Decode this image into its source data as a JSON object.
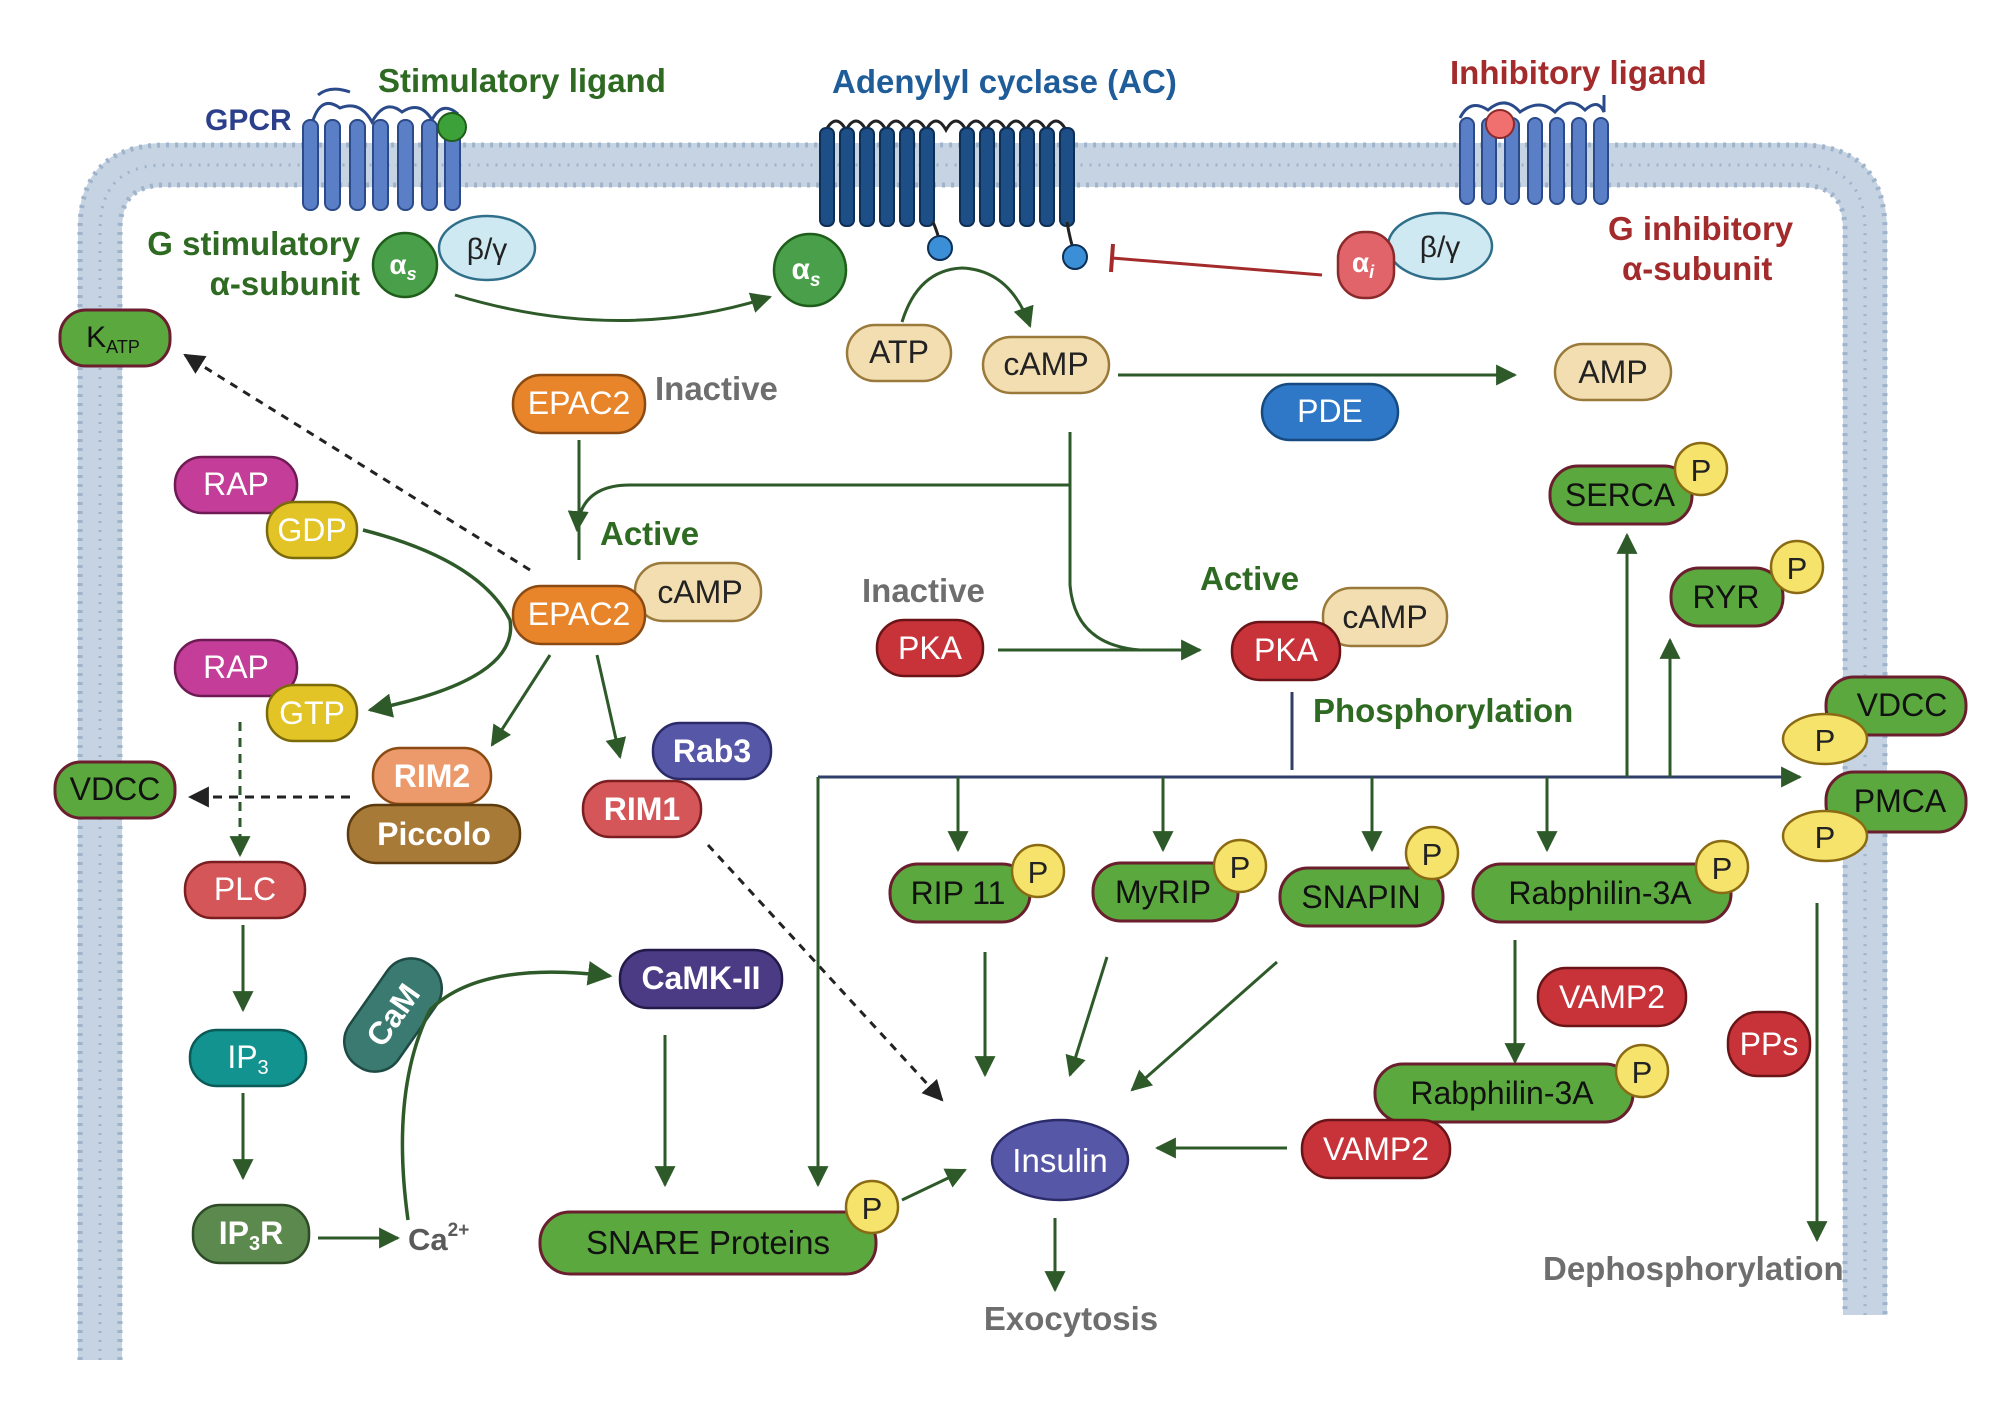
{
  "headings": {
    "gpcr": "GPCR",
    "stim_ligand": "Stimulatory ligand",
    "ac": "Adenylyl cyclase (AC)",
    "inhib_ligand": "Inhibitory ligand",
    "gs_line1": "G stimulatory",
    "gs_line2": "α-subunit",
    "gi_line1": "G inhibitory",
    "gi_line2": "α-subunit"
  },
  "subunits": {
    "alpha": "α",
    "s": "s",
    "i": "i",
    "beta_gamma": "β/γ"
  },
  "labels": {
    "inactive_epac": "Inactive",
    "active_epac": "Active",
    "inactive_pka": "Inactive",
    "active_pka": "Active",
    "phosphorylation": "Phosphorylation",
    "dephosphorylation": "Dephosphorylation",
    "exocytosis": "Exocytosis"
  },
  "molecules": {
    "katp_main": "K",
    "katp_sub": "ATP",
    "atp": "ATP",
    "camp": "cAMP",
    "amp": "AMP",
    "pde": "PDE",
    "epac2_inactive": "EPAC2",
    "epac2_active": "EPAC2",
    "epac2_camp": "cAMP",
    "rap1": "RAP",
    "gdp": "GDP",
    "rap2": "RAP",
    "gtp": "GTP",
    "vdcc_left": "VDCC",
    "rim2": "RIM2",
    "piccolo": "Piccolo",
    "rab3": "Rab3",
    "rim1": "RIM1",
    "plc": "PLC",
    "ip3_main": "IP",
    "ip3_sub": "3",
    "ip3r_main": "IP",
    "ip3r_sub": "3",
    "ip3r_r": "R",
    "ca_main": "Ca",
    "ca_sup": "2+",
    "cam": "CaM",
    "camk2": "CaMK-II",
    "snare": "SNARE Proteins",
    "insulin": "Insulin",
    "pka_inactive": "PKA",
    "pka_active": "PKA",
    "pka_camp": "cAMP",
    "rip11": "RIP 11",
    "myrip": "MyRIP",
    "snapin": "SNAPIN",
    "rabphilin_top": "Rabphilin-3A",
    "rabphilin_low": "Rabphilin-3A",
    "vamp2_top": "VAMP2",
    "vamp2_low": "VAMP2",
    "serca": "SERCA",
    "ryr": "RYR",
    "vdcc_right": "VDCC",
    "pmca": "PMCA",
    "pps": "PPs",
    "p": "P"
  },
  "colors": {
    "membrane": "#c5d3e3",
    "green": "#5aa83e",
    "dark_green": "#2e5a2a",
    "gpcr_blue": "#5b7fc7",
    "ac_blue": "#1d4f86",
    "red": "#c8333a",
    "orange": "#e8842a",
    "yellow": "#f5e36c",
    "beige": "#f3deb2",
    "magenta": "#c43d98",
    "mustard": "#e3c426",
    "purple": "#4b3b85",
    "teal": "#13938f",
    "salmon": "#d45658"
  }
}
